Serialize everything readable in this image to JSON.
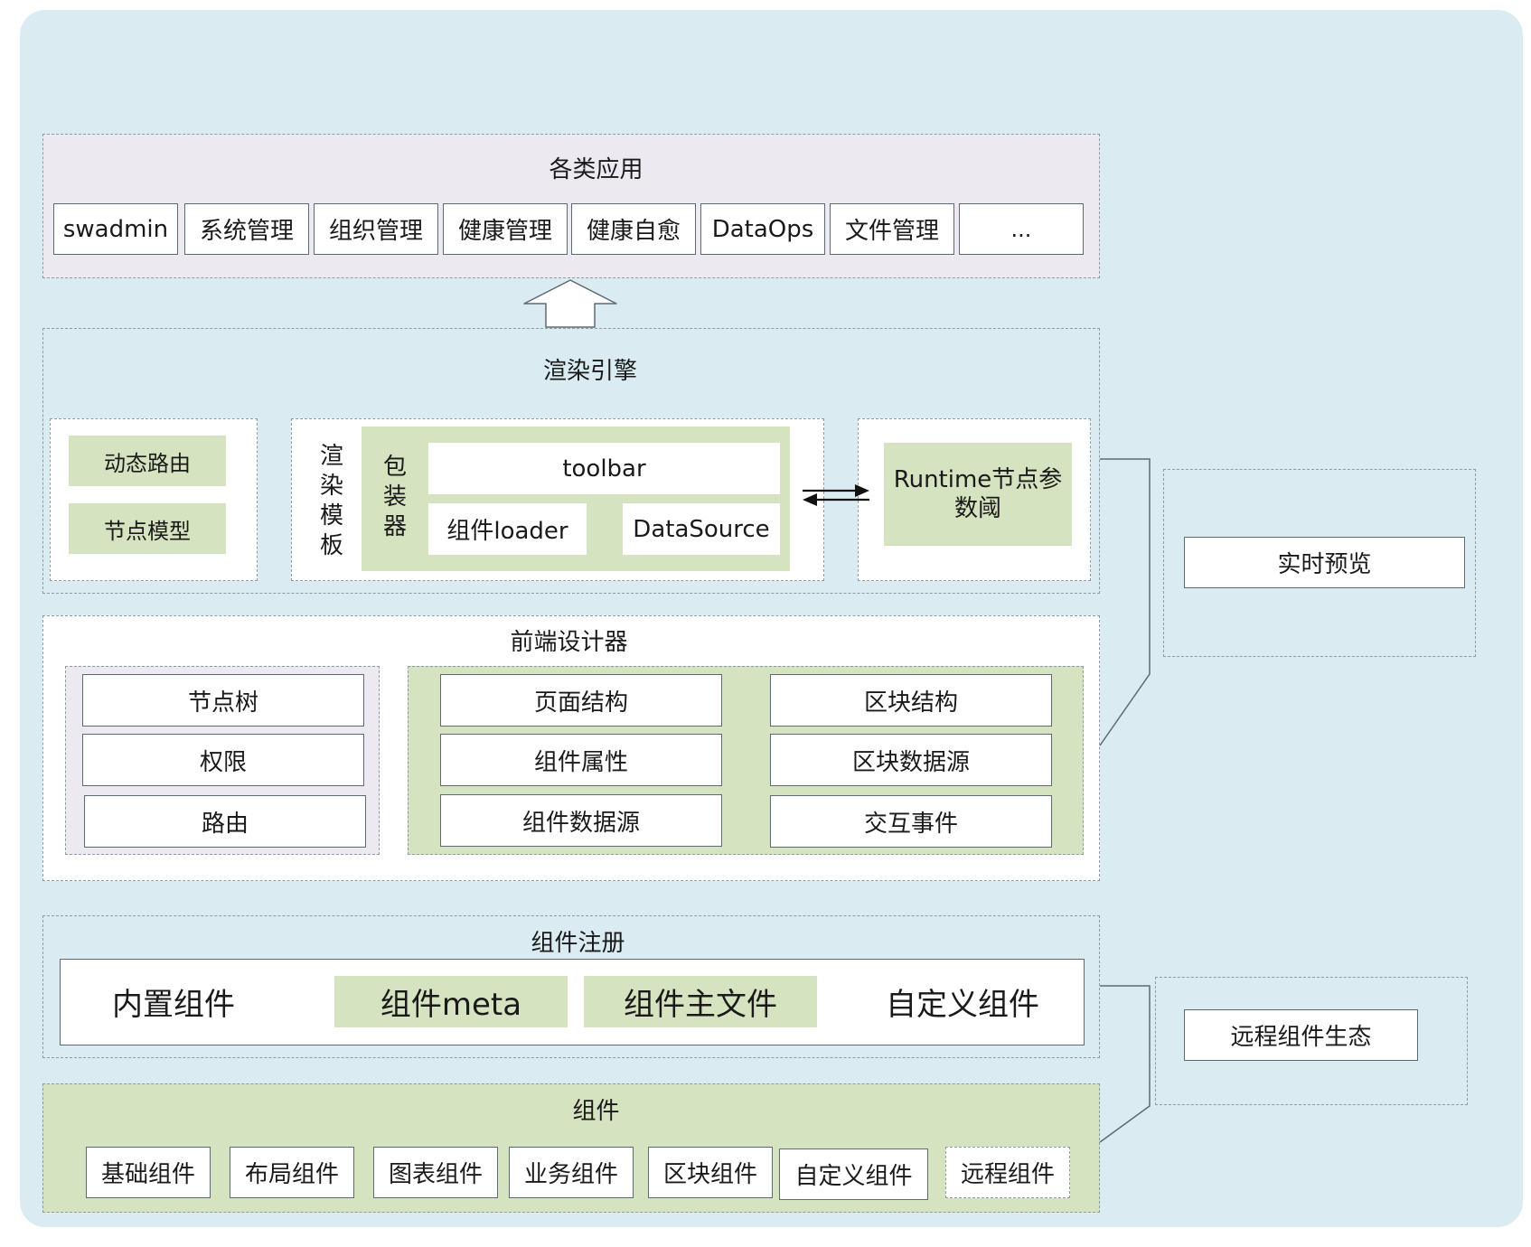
{
  "apps": {
    "title": "各类应用",
    "items": [
      "swadmin",
      "系统管理",
      "组织管理",
      "健康管理",
      "健康自愈",
      "DataOps",
      "文件管理",
      "..."
    ]
  },
  "render_engine": {
    "title": "渲染引擎",
    "left_items": [
      "动态路由",
      "节点模型"
    ],
    "template_label": "渲\n染\n模\n板",
    "wrapper_label": "包\n装\n器",
    "toolbar": "toolbar",
    "loader": "组件loader",
    "datasource": "DataSource",
    "runtime": "Runtime节点参\n数阈"
  },
  "preview": {
    "label": "实时预览"
  },
  "designer": {
    "title": "前端设计器",
    "left_items": [
      "节点树",
      "权限",
      "路由"
    ],
    "grid_items": [
      "页面结构",
      "区块结构",
      "组件属性",
      "区块数据源",
      "组件数据源",
      "交互事件"
    ]
  },
  "registry": {
    "title": "组件注册",
    "items": [
      "内置组件",
      "组件meta",
      "组件主文件",
      "自定义组件"
    ]
  },
  "remote": {
    "label": "远程组件生态"
  },
  "components": {
    "title": "组件",
    "items": [
      "基础组件",
      "布局组件",
      "图表组件",
      "业务组件",
      "区块组件",
      "自定义组件",
      "远程组件"
    ]
  }
}
